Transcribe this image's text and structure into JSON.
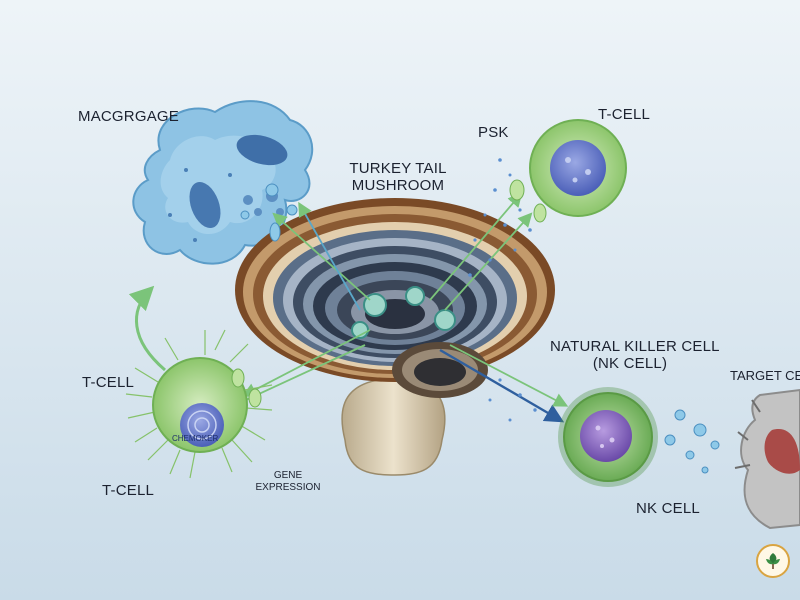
{
  "labels": {
    "macrophage": "MACGRGAGE",
    "mushroom_line1": "TURKEY TAIL",
    "mushroom_line2": "MUSHROOM",
    "psk": "PSK",
    "t_cell_top": "T-CELL",
    "t_cell_left_upper": "T-CELL",
    "t_cell_left_lower": "T-CELL",
    "cell_inner_text": "CHEMOKER",
    "gene_line1": "GENE",
    "gene_line2": "EXPRESSION",
    "nk_line1": "NATURAL KILLER CELL",
    "nk_line2": "(NK CELL)",
    "nk_cell": "NK CELL",
    "target": "TARGET CE"
  },
  "colors": {
    "background_top": "#eef4f8",
    "background_bottom": "#c9dbe8",
    "macrophage": "#7fb9dc",
    "t_cell": "#a8d58a",
    "nk_cell": "#7db86a",
    "mushroom_brown": "#8a5a33",
    "mushroom_stem": "#d8cbb0",
    "target_cell": "#b9b9b9"
  },
  "icons": {
    "badge": "leaf-badge-icon"
  }
}
